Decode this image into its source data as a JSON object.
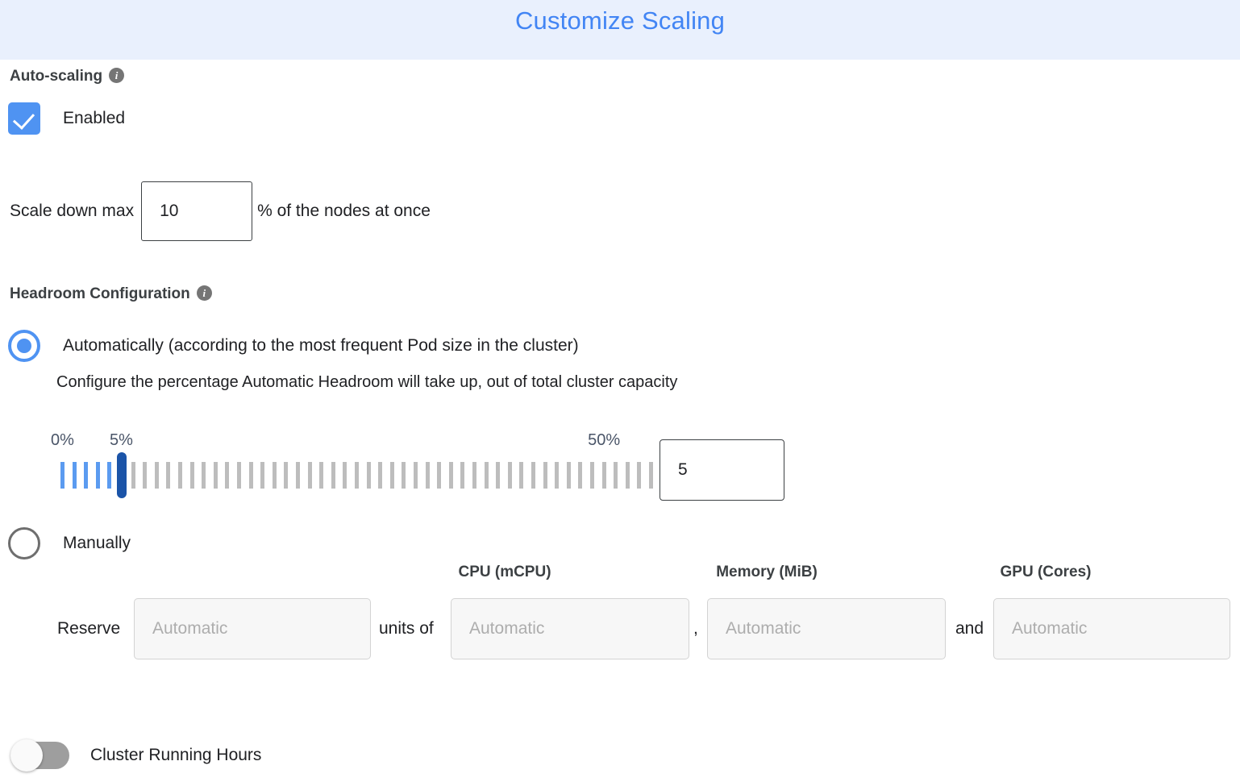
{
  "header": {
    "title": "Customize Scaling",
    "title_color": "#4285f4",
    "band_color": "#e9f0fd"
  },
  "autoscaling": {
    "label": "Auto-scaling",
    "info_icon": "info-icon",
    "enabled_label": "Enabled",
    "enabled_checked": true,
    "scale_down": {
      "prefix": "Scale down max",
      "value": "10",
      "suffix": "% of the nodes at once"
    }
  },
  "headroom": {
    "label": "Headroom Configuration",
    "info_icon": "info-icon",
    "options": [
      {
        "label": "Automatically (according to the most frequent Pod size in the cluster)",
        "selected": true,
        "description": "Configure the percentage Automatic Headroom will take up, out of total cluster capacity"
      },
      {
        "label": "Manually",
        "selected": false
      }
    ],
    "slider": {
      "min_label": "0%",
      "max_label": "50%",
      "current_label": "5%",
      "min": 0,
      "max": 50,
      "value": 5,
      "tick_count": 51,
      "value_input": "5",
      "filled_color": "#5b9bf0",
      "empty_color": "#bdbdbd",
      "thumb_color": "#1b54a8"
    },
    "manual": {
      "reserve_label": "Reserve",
      "units_of_label": "units of",
      "comma_label": ",",
      "and_label": "and",
      "columns": [
        {
          "header": "",
          "placeholder": "Automatic",
          "value": ""
        },
        {
          "header": "CPU (mCPU)",
          "placeholder": "Automatic",
          "value": ""
        },
        {
          "header": "Memory (MiB)",
          "placeholder": "Automatic",
          "value": ""
        },
        {
          "header": "GPU (Cores)",
          "placeholder": "Automatic",
          "value": ""
        }
      ]
    }
  },
  "cluster_running_hours": {
    "label": "Cluster Running Hours",
    "enabled": false
  }
}
